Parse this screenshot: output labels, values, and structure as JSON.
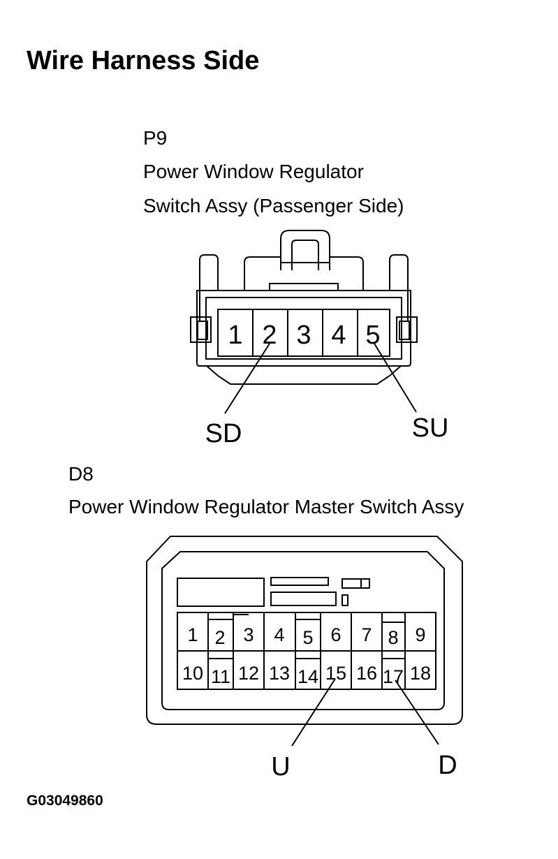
{
  "title": "Wire Harness Side",
  "connector_p9": {
    "code": "P9",
    "name_line1": "Power Window Regulator",
    "name_line2": "Switch Assy (Passenger Side)",
    "pins": [
      "1",
      "2",
      "3",
      "4",
      "5"
    ],
    "labels": {
      "sd": "SD",
      "su": "SU"
    }
  },
  "connector_d8": {
    "code": "D8",
    "name": "Power Window Regulator Master Switch Assy",
    "top_pins": [
      "1",
      "2",
      "3",
      "4",
      "5",
      "6",
      "7",
      "8",
      "9"
    ],
    "bottom_pins": [
      "10",
      "11",
      "12",
      "13",
      "14",
      "15",
      "16",
      "17",
      "18"
    ],
    "labels": {
      "u": "U",
      "d": "D"
    }
  },
  "figure_id": "G03049860"
}
